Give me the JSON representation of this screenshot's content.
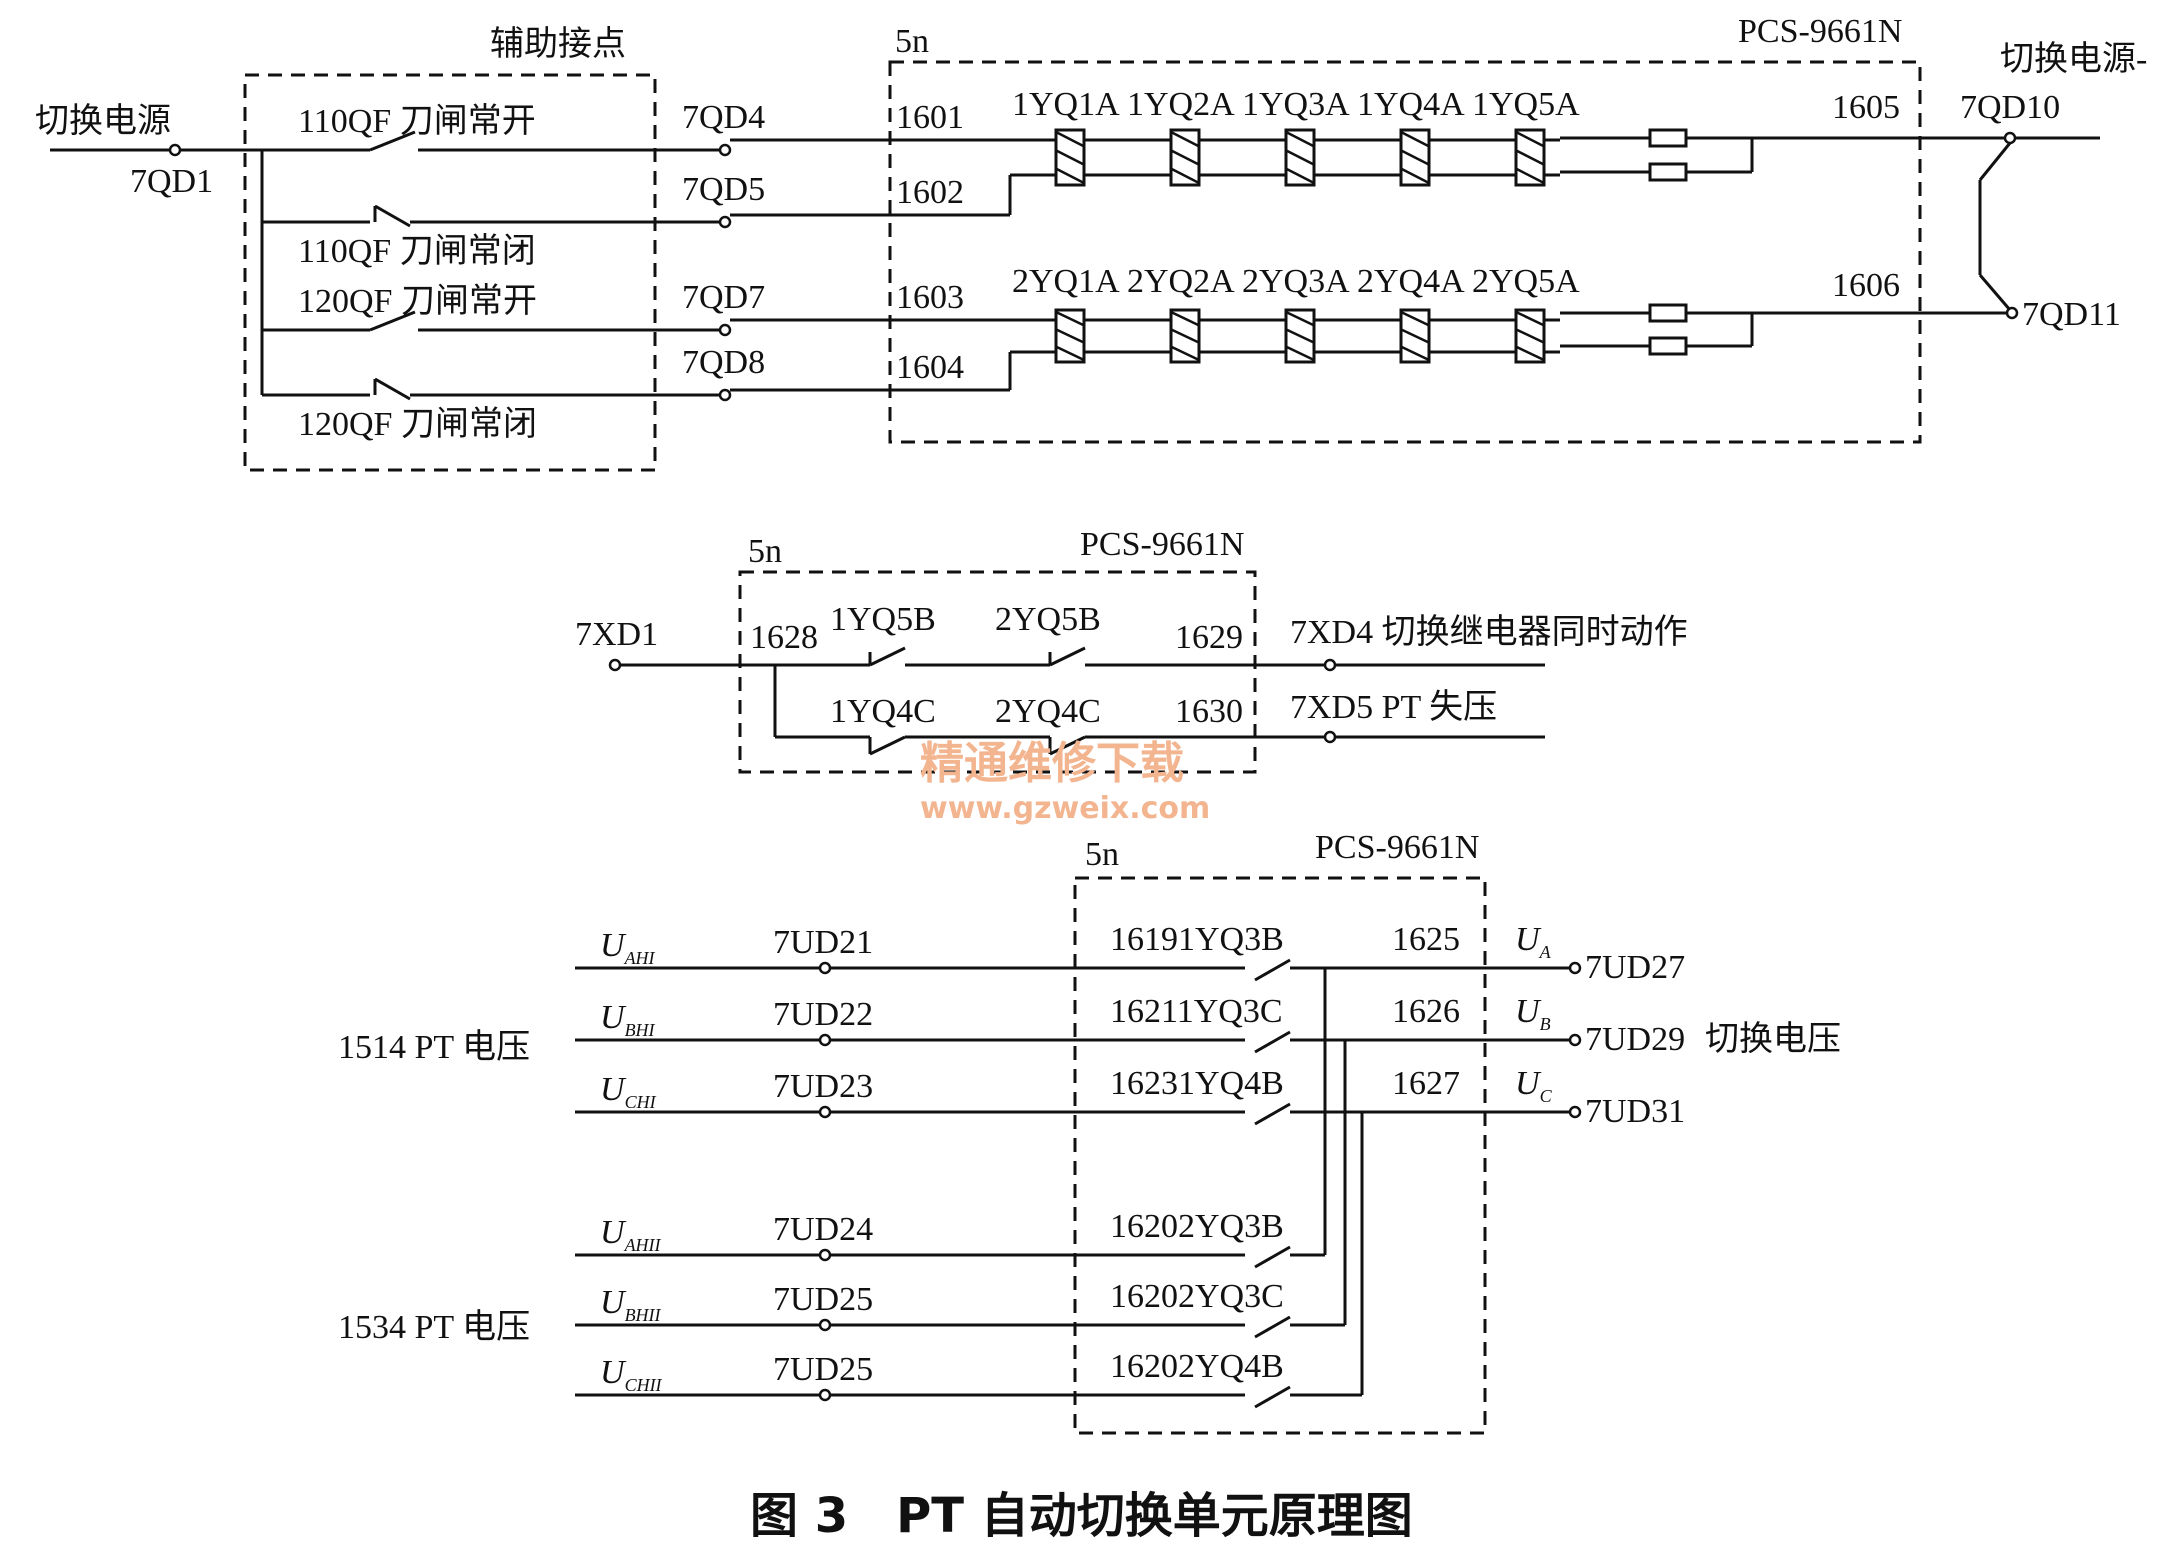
{
  "caption": "图 3　PT 自动切换单元原理图",
  "watermark": {
    "line1": "精通维修下载",
    "line2": "www.gzweix.com"
  },
  "top": {
    "aux_box_title": "辅助接点",
    "device_5n": "5n",
    "device_model": "PCS-9661N",
    "source_left": "切换电源",
    "source_right": "切换电源-",
    "term_7QD1": "7QD1",
    "contacts": [
      "110QF 刀闸常开",
      "110QF 刀闸常闭",
      "120QF 刀闸常开",
      "120QF 刀闸常闭"
    ],
    "terminals": [
      "7QD4",
      "7QD5",
      "7QD7",
      "7QD8"
    ],
    "pins_left": [
      "1601",
      "1602",
      "1603",
      "1604"
    ],
    "pins_right": [
      "1605",
      "1606"
    ],
    "right_terms": [
      "7QD10",
      "7QD11"
    ],
    "coils_row1": [
      "1YQ1A",
      "1YQ2A",
      "1YQ3A",
      "1YQ4A",
      "1YQ5A"
    ],
    "coils_row2": [
      "2YQ1A",
      "2YQ2A",
      "2YQ3A",
      "2YQ4A",
      "2YQ5A"
    ]
  },
  "middle": {
    "device_5n": "5n",
    "device_model": "PCS-9661N",
    "left_term": "7XD1",
    "pin_left": "1628",
    "contacts_top": [
      "1YQ5B",
      "2YQ5B"
    ],
    "contacts_bottom": [
      "1YQ4C",
      "2YQ4C"
    ],
    "pins_right": [
      "1629",
      "1630"
    ],
    "outputs": [
      "7XD4 切换继电器同时动作",
      "7XD5 PT 失压"
    ]
  },
  "bottom": {
    "device_5n": "5n",
    "device_model": "PCS-9661N",
    "group1_label": "1514 PT 电压",
    "group2_label": "1534 PT 电压",
    "inputs": [
      {
        "u": "U",
        "sub": "AHI",
        "term": "7UD21",
        "contact": "16191YQ3B"
      },
      {
        "u": "U",
        "sub": "BHI",
        "term": "7UD22",
        "contact": "16211YQ3C"
      },
      {
        "u": "U",
        "sub": "CHI",
        "term": "7UD23",
        "contact": "16231YQ4B"
      },
      {
        "u": "U",
        "sub": "AHII",
        "term": "7UD24",
        "contact": "16202YQ3B"
      },
      {
        "u": "U",
        "sub": "BHII",
        "term": "7UD25",
        "contact": "16202YQ3C"
      },
      {
        "u": "U",
        "sub": "CHII",
        "term": "7UD25",
        "contact": "16202YQ4B"
      }
    ],
    "pins_out": [
      "1625",
      "1626",
      "1627"
    ],
    "phases": [
      {
        "u": "U",
        "sub": "A",
        "term": "7UD27"
      },
      {
        "u": "U",
        "sub": "B",
        "term": "7UD29"
      },
      {
        "u": "U",
        "sub": "C",
        "term": "7UD31"
      }
    ],
    "output_label": "切换电压"
  }
}
